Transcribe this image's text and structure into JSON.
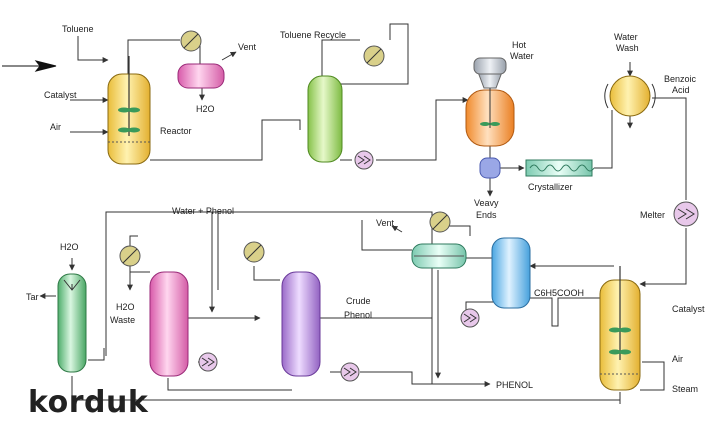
{
  "labels": {
    "toluene": "Toluene",
    "catalyst_top": "Catalyst",
    "air_top": "Air",
    "vent_top": "Vent",
    "h2o_top": "H2O",
    "reactor": "Reactor",
    "toluene_recycle": "Toluene Recycle",
    "hot_water_1": "Hot",
    "hot_water_2": "Water",
    "water_wash_1": "Water",
    "water_wash_2": "Wash",
    "benzoic_acid_1": "Benzoic",
    "benzoic_acid_2": "Acid",
    "crystallizer": "Crystallizer",
    "heavy_ends_1": "Veavy",
    "heavy_ends_2": "Ends",
    "melter": "Melter",
    "water_phenol": "Water + Phenol",
    "vent_mid": "Vent",
    "h2o_tar": "H2O",
    "tar": "Tar",
    "h2o_waste_1": "H2O",
    "h2o_waste_2": "Waste",
    "crude_phenol_1": "Crude",
    "crude_phenol_2": "Phenol",
    "benzoic_formula": "C6H5COOH",
    "catalyst_right": "Catalyst",
    "air_right": "Air",
    "steam": "Steam",
    "phenol": "PHENOL"
  },
  "brand": {
    "part1": "kor",
    "part2": "duk",
    "color1": "#3a3a3a",
    "color2": "#e03a2f"
  },
  "colors": {
    "reactor": "#f7dc7a",
    "vent_drum": "#f08fc7",
    "recycle_col": "#b6e07a",
    "hot_water_vessel": "#f7b36a",
    "cooler_top": "#cfd6e0",
    "small_pot": "#9aa7e6",
    "crystallizer": "#9ee0c8",
    "water_wash": "#f7d84a",
    "tar_col": "#8fdca0",
    "waste_col": "#f4a6d7",
    "crude_col": "#c9a0e6",
    "vent_mid_drum": "#bfe8d8",
    "blue_col": "#9fd3f5",
    "reactor_right": "#f7dc7a",
    "fan": "#d9d08a",
    "hx": "#e8c8ea"
  }
}
